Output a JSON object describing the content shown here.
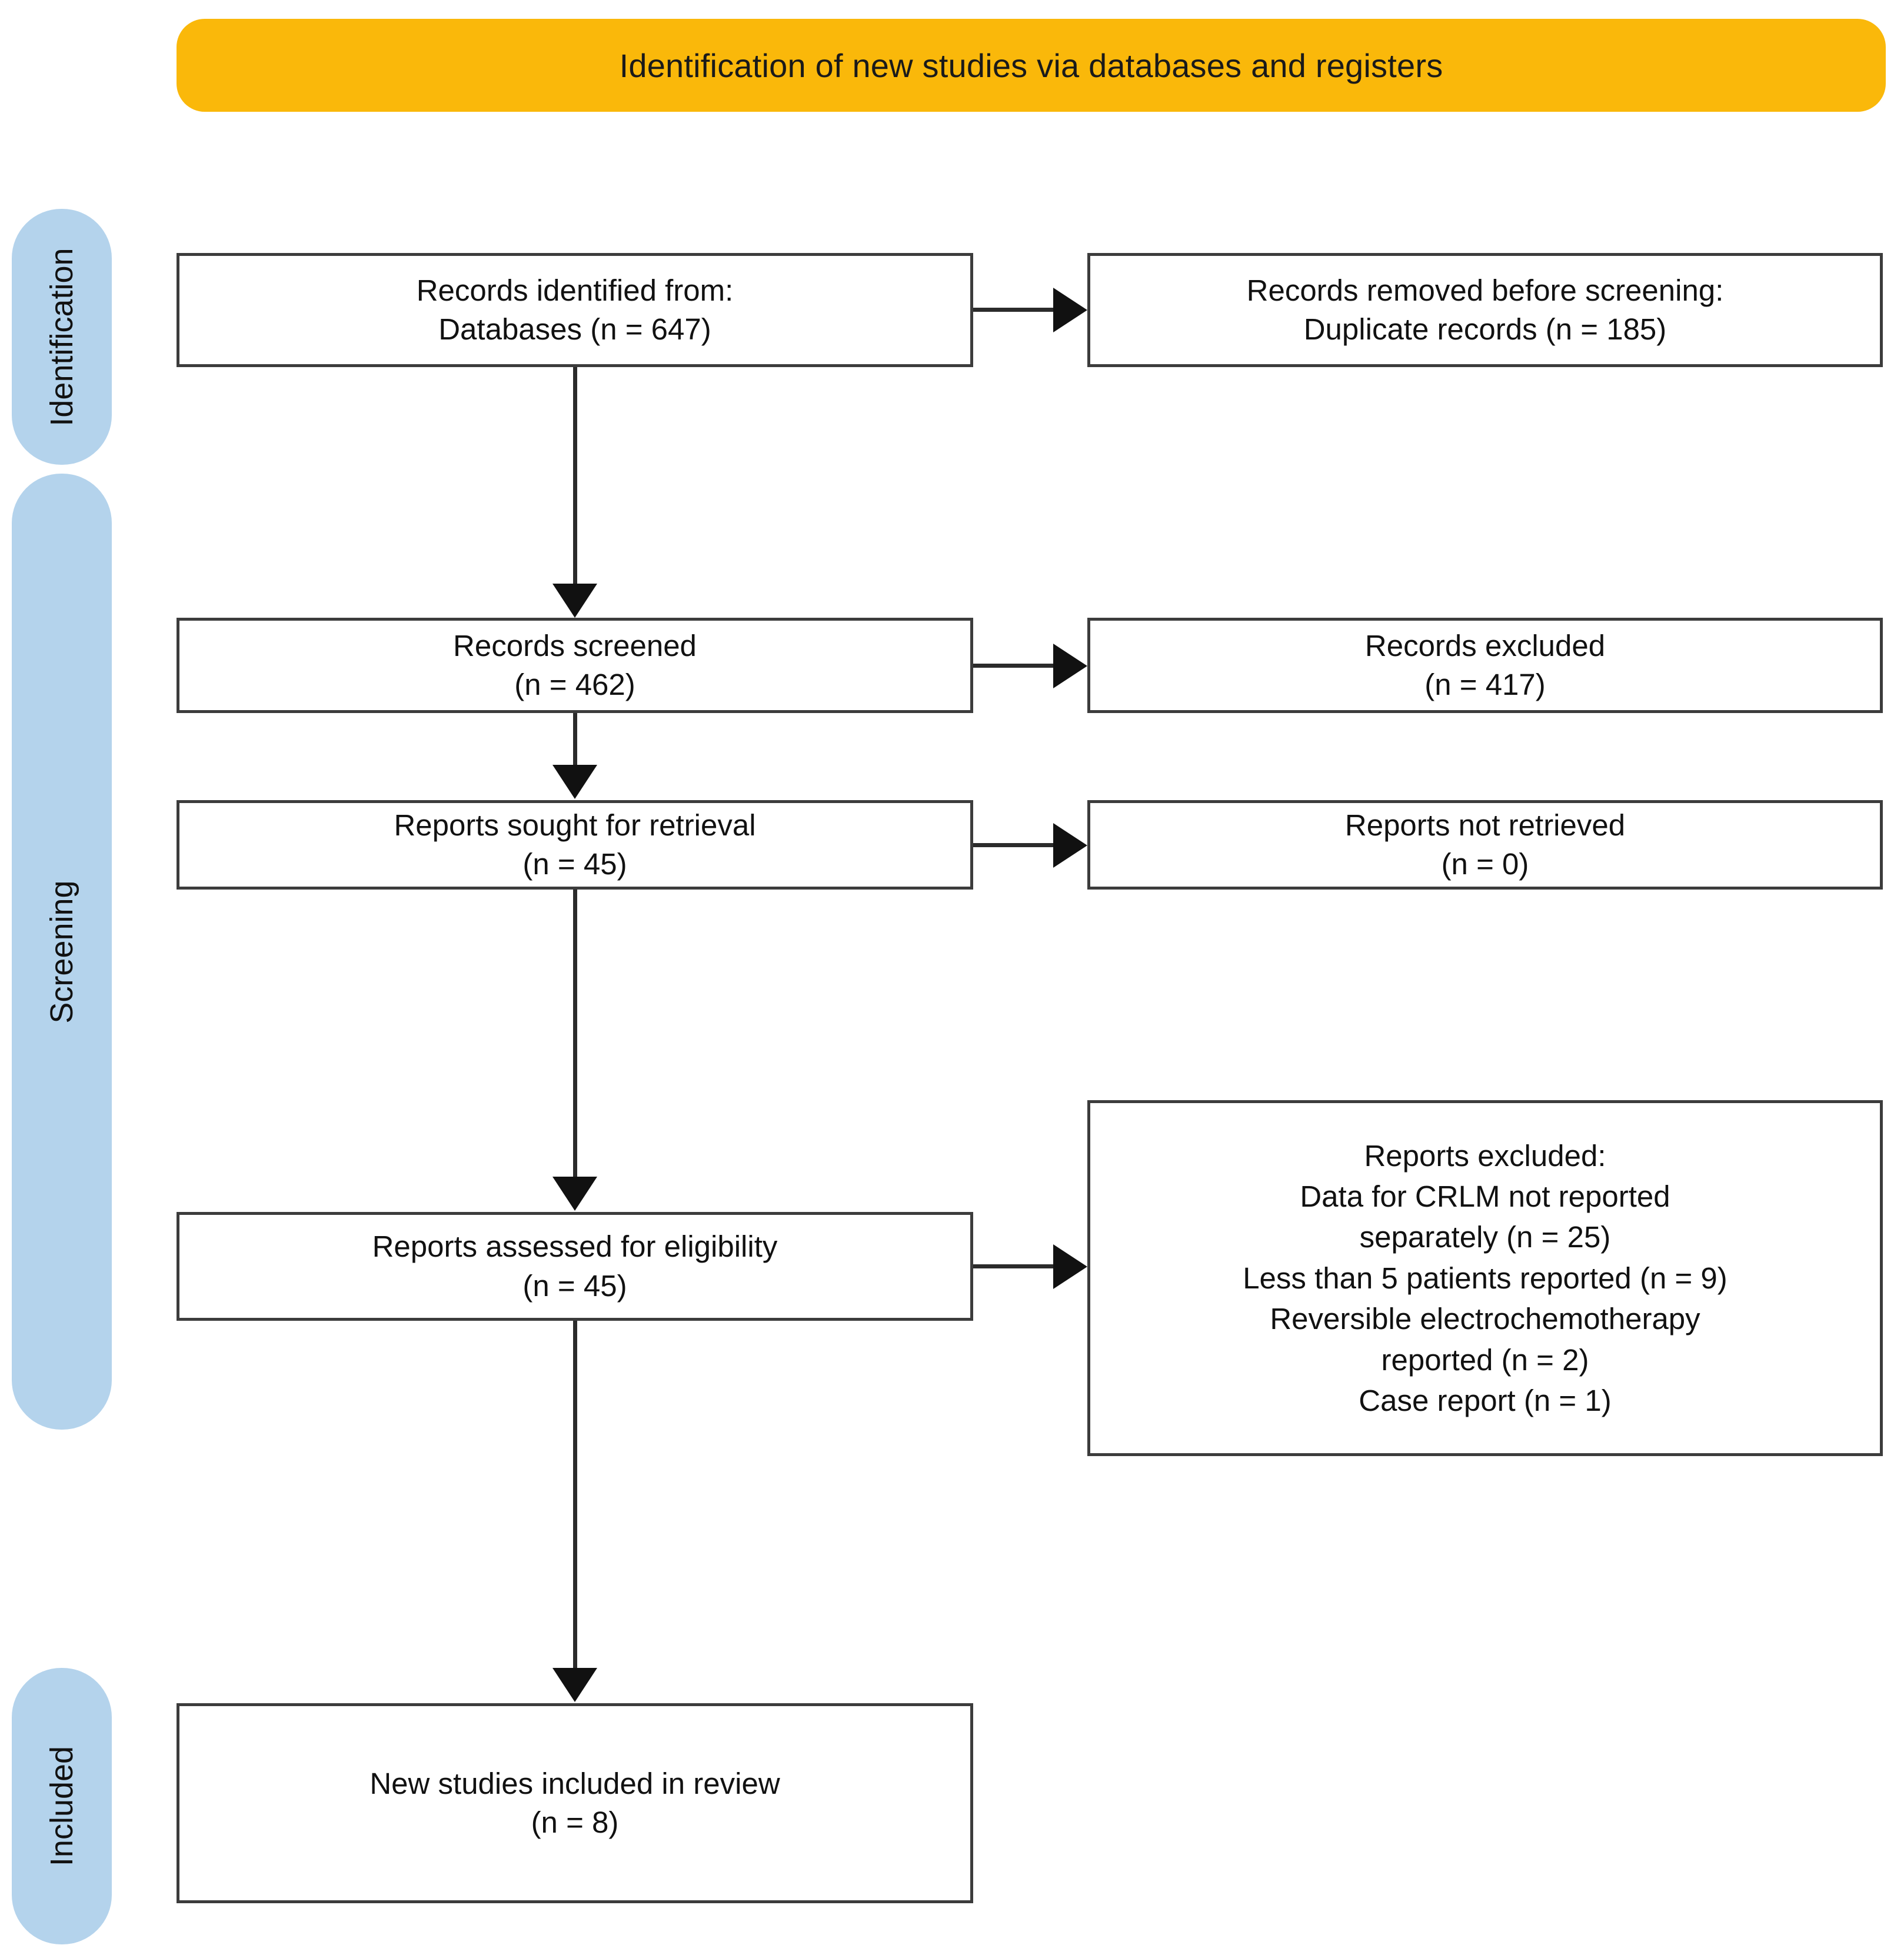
{
  "banner": {
    "title": "Identification of new studies via databases and registers",
    "color": "#FAB80A"
  },
  "stages": [
    {
      "label": "Identification"
    },
    {
      "label": "Screening"
    },
    {
      "label": "Included"
    }
  ],
  "stage_color": "#B4D3EC",
  "boxes": {
    "records_identified": "Records identified from:\nDatabases (n = 647)",
    "records_removed": "Records removed before screening:\nDuplicate records (n = 185)",
    "records_screened": "Records screened\n(n = 462)",
    "records_excluded": "Records excluded\n(n = 417)",
    "reports_sought": "Reports sought for retrieval\n(n = 45)",
    "reports_not_retrieved": "Reports not retrieved\n(n = 0)",
    "reports_assessed": "Reports assessed for eligibility\n(n = 45)",
    "reports_excluded": "Reports excluded:\nData for CRLM not reported\nseparately (n = 25)\nLess than 5 patients reported (n = 9)\nReversible electrochemotherapy\nreported (n = 2)\nCase report (n = 1)",
    "new_studies_included": "New studies included in review\n(n = 8)"
  },
  "chart_data": {
    "type": "diagram",
    "title": "Identification of new studies via databases and registers",
    "nodes": [
      {
        "id": "records_identified",
        "stage": "Identification",
        "label": "Records identified from: Databases",
        "n": 647
      },
      {
        "id": "records_removed",
        "stage": "Identification",
        "label": "Records removed before screening: Duplicate records",
        "n": 185
      },
      {
        "id": "records_screened",
        "stage": "Screening",
        "label": "Records screened",
        "n": 462
      },
      {
        "id": "records_excluded",
        "stage": "Screening",
        "label": "Records excluded",
        "n": 417
      },
      {
        "id": "reports_sought",
        "stage": "Screening",
        "label": "Reports sought for retrieval",
        "n": 45
      },
      {
        "id": "reports_not_retrieved",
        "stage": "Screening",
        "label": "Reports not retrieved",
        "n": 0
      },
      {
        "id": "reports_assessed",
        "stage": "Screening",
        "label": "Reports assessed for eligibility",
        "n": 45
      },
      {
        "id": "reports_excluded",
        "stage": "Screening",
        "label": "Reports excluded",
        "reasons": [
          {
            "reason": "Data for CRLM not reported separately",
            "n": 25
          },
          {
            "reason": "Less than 5 patients reported",
            "n": 9
          },
          {
            "reason": "Reversible electrochemotherapy reported",
            "n": 2
          },
          {
            "reason": "Case report",
            "n": 1
          }
        ]
      },
      {
        "id": "new_studies_included",
        "stage": "Included",
        "label": "New studies included in review",
        "n": 8
      }
    ],
    "edges": [
      {
        "from": "records_identified",
        "to": "records_removed",
        "direction": "right"
      },
      {
        "from": "records_identified",
        "to": "records_screened",
        "direction": "down"
      },
      {
        "from": "records_screened",
        "to": "records_excluded",
        "direction": "right"
      },
      {
        "from": "records_screened",
        "to": "reports_sought",
        "direction": "down"
      },
      {
        "from": "reports_sought",
        "to": "reports_not_retrieved",
        "direction": "right"
      },
      {
        "from": "reports_sought",
        "to": "reports_assessed",
        "direction": "down"
      },
      {
        "from": "reports_assessed",
        "to": "reports_excluded",
        "direction": "right"
      },
      {
        "from": "reports_assessed",
        "to": "new_studies_included",
        "direction": "down"
      }
    ]
  }
}
